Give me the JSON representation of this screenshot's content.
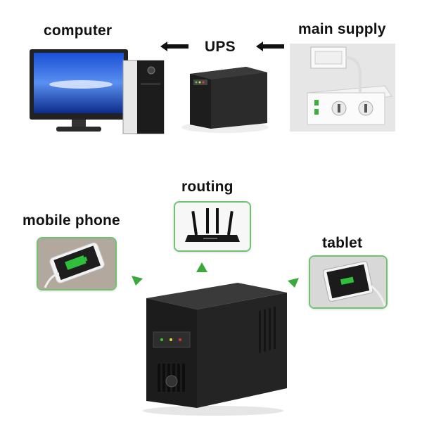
{
  "labels": {
    "computer": "computer",
    "ups": "UPS",
    "main_supply": "main supply",
    "routing": "routing",
    "mobile_phone": "mobile phone",
    "tablet": "tablet"
  },
  "colors": {
    "arrow_black": "#111111",
    "arrow_green": "#3aa83a",
    "card_border": "#6fc36f",
    "ups_body": "#1a1a1a"
  },
  "icons": {
    "computer": "desktop-computer-icon",
    "ups_small": "ups-unit-icon",
    "main_supply": "power-socket-icon",
    "router": "wifi-router-icon",
    "phone": "smartphone-charging-icon",
    "tablet": "tablet-charging-icon",
    "ups_large": "ups-unit-icon"
  }
}
